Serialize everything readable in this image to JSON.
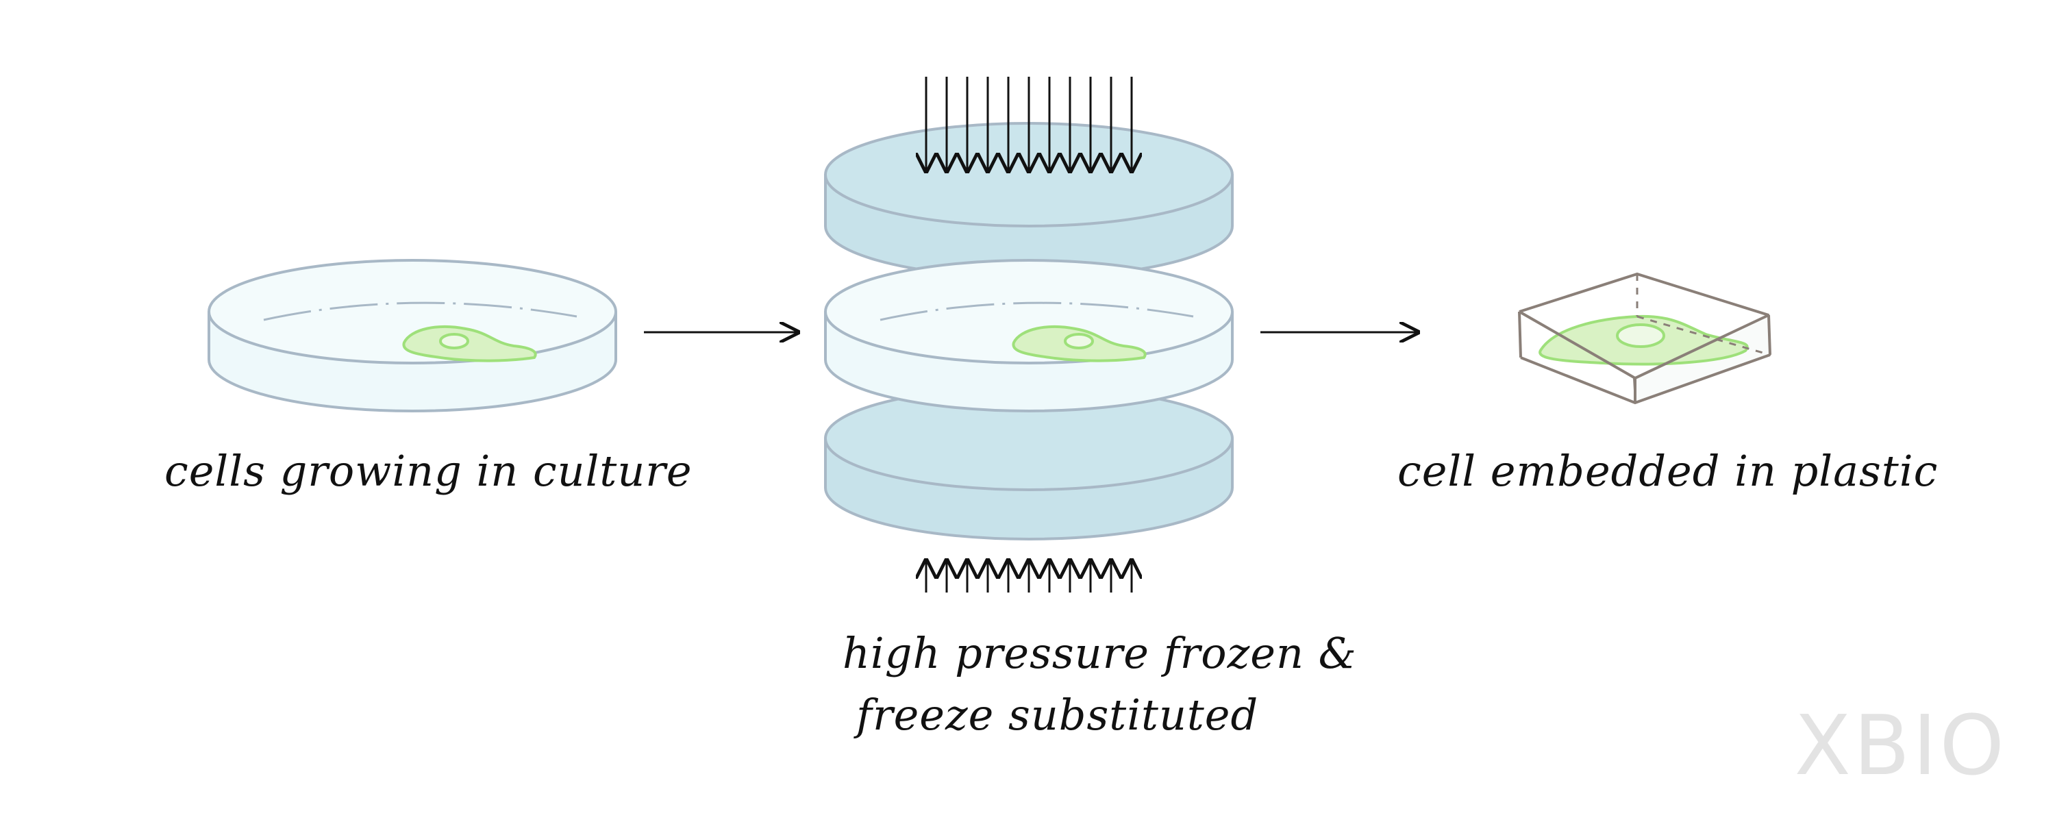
{
  "labels": {
    "culture": "cells growing in culture",
    "hpf_line1": "high pressure frozen &",
    "hpf_line2": "freeze substituted",
    "embedded": "cell embedded in plastic"
  },
  "watermark": "XBIO",
  "colors": {
    "dish_fill": "#eef9fb",
    "dish_stroke": "#a8b8c6",
    "plate_fill": "#c7e2ea",
    "cell_fill": "#d9f2c4",
    "cell_stroke": "#9ee07a",
    "block_stroke": "#8a7f78",
    "arrow": "#111111"
  },
  "icons": [
    "petri-dish-icon",
    "freezing-plates-icon",
    "resin-block-icon"
  ]
}
